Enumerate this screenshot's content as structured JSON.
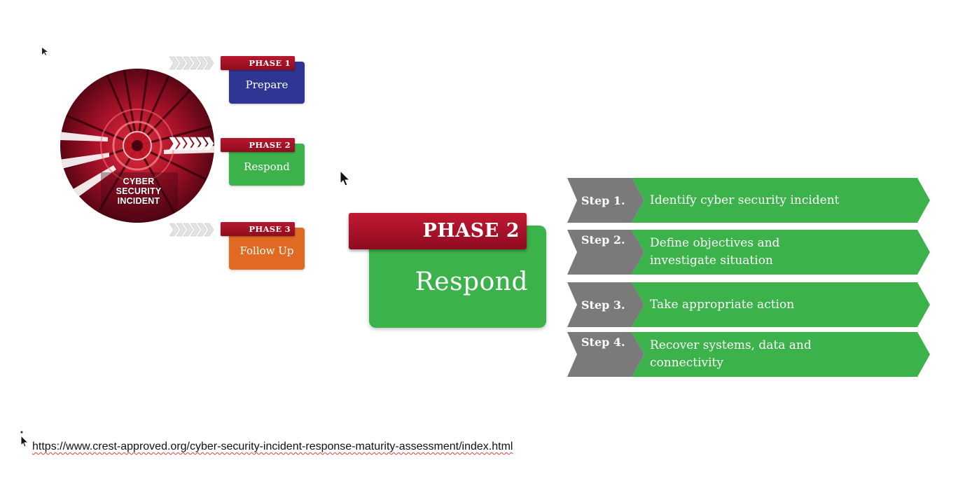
{
  "emblem": {
    "lines": [
      "CYBER",
      "SECURITY",
      "INCIDENT"
    ]
  },
  "phases": [
    {
      "tag": "PHASE 1",
      "name": "Prepare",
      "color": "#2e3592"
    },
    {
      "tag": "PHASE 2",
      "name": "Respond",
      "color": "#3cb24a"
    },
    {
      "tag": "PHASE 3",
      "name": "Follow Up",
      "color": "#e06a21"
    }
  ],
  "highlight": {
    "tag": "PHASE 2",
    "name": "Respond",
    "color": "#3cb24a",
    "tag_color": "#a6122a"
  },
  "steps": [
    {
      "label": "Step 1.",
      "text": "Identify cyber security incident"
    },
    {
      "label": "Step 2.",
      "text": "Define objectives and investigate situation"
    },
    {
      "label": "Step 3.",
      "text": "Take appropriate action"
    },
    {
      "label": "Step 4.",
      "text": "Recover systems, data and connectivity"
    }
  ],
  "colors": {
    "step_label_bg": "#7a7a7a",
    "step_text_bg": "#3cb24a"
  },
  "url": "https://www.crest-approved.org/cyber-security-incident-response-maturity-assessment/index.html"
}
